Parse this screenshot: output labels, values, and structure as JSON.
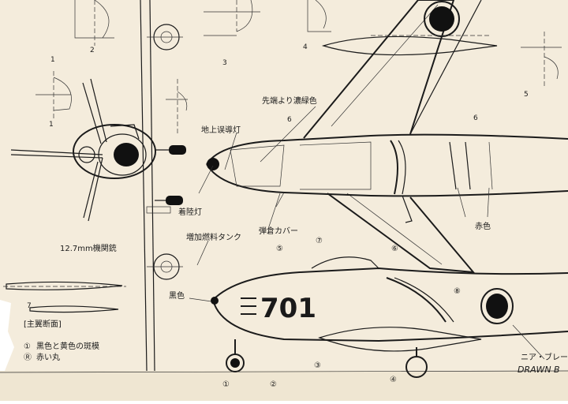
{
  "colors": {
    "paper": "#f4ecdc",
    "paper_edge": "#d8cbb0",
    "ink": "#1b1b1b"
  },
  "labels": {
    "leading_edge_color": "先端より濃緑色",
    "ground_light": "地上误導灯",
    "landing_light": "着陸灯",
    "gun_cover": "弾倉カバー",
    "red": "赤色",
    "aux_tank": "増加燃料タンク",
    "gun_ports": "12.7mm機関銃",
    "black": "黒色",
    "wing_section": "[主翼断面]",
    "legend_1": "黒色と黄色の斑模",
    "legend_2": "赤い丸",
    "legend_1_mark": "①",
    "legend_2_mark": "Ⓡ",
    "drawn_by_jp": "ニア・ブレー",
    "drawn_by": "DRAWN B"
  },
  "aircraft_number": "701",
  "station_numbers": {
    "s1a": "1",
    "s1b": "1",
    "s2": "2",
    "s3": "3",
    "s4": "4",
    "s5": "5",
    "s6a": "6",
    "s6b": "6",
    "s7": "7"
  },
  "circled_stations": [
    "①",
    "②",
    "③",
    "④",
    "⑤",
    "⑥",
    "⑦",
    "⑧"
  ]
}
